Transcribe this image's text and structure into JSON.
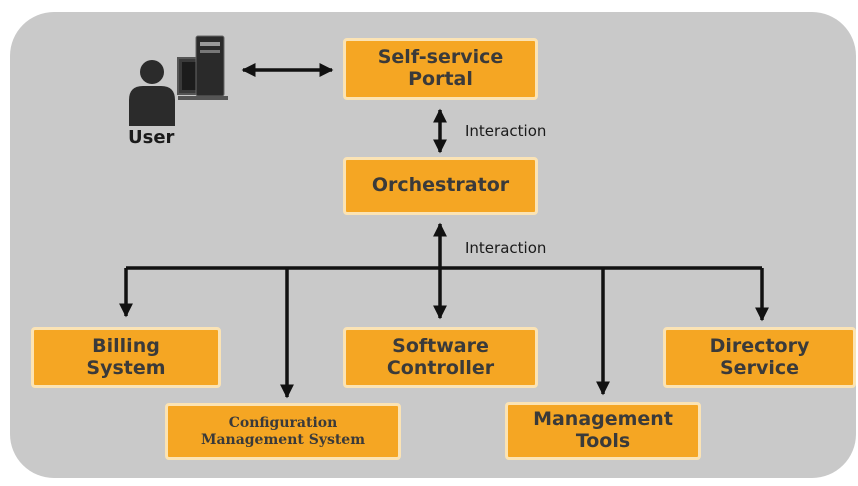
{
  "diagram": {
    "user": {
      "label": "User"
    },
    "portal": {
      "lines": [
        "Self-service",
        "Portal"
      ]
    },
    "orchestrator": {
      "lines": [
        "Orchestrator"
      ]
    },
    "interaction_top": "Interaction",
    "interaction_mid": "Interaction",
    "billing": {
      "lines": [
        "Billing",
        "System"
      ]
    },
    "config": {
      "lines": [
        "Configuration",
        "Management System"
      ]
    },
    "software": {
      "lines": [
        "Software",
        "Controller"
      ]
    },
    "management": {
      "lines": [
        "Management",
        "Tools"
      ]
    },
    "directory": {
      "lines": [
        "Directory",
        "Service"
      ]
    }
  },
  "colors": {
    "panel": "#c9c9c9",
    "box_fill": "#f5a623",
    "box_border": "#fbe3b4",
    "box_text": "#3a3a3a",
    "arrow": "#111111",
    "user_icon": "#2b2b2b"
  }
}
